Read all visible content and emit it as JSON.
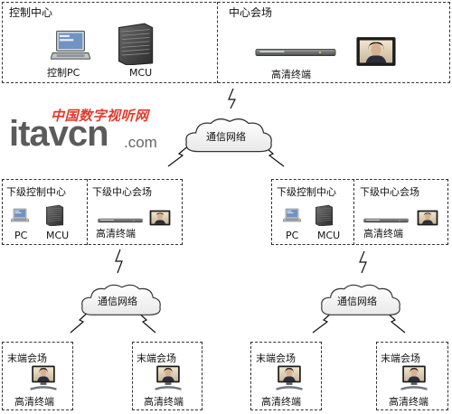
{
  "top": {
    "control_center": "控制中心",
    "center_venue": "中心会场",
    "pc_label": "控制PC",
    "mcu_label": "MCU",
    "hd_terminal": "高清终端"
  },
  "watermark": {
    "top": "中国数字视听网",
    "main": "itavcn",
    "suffix": ".com"
  },
  "network": {
    "main": "通信网络",
    "left": "通信网络",
    "right": "通信网络"
  },
  "left_mid": {
    "control_center": "下级控制中心",
    "venue": "下级中心会场",
    "pc": "PC",
    "mcu": "MCU",
    "terminal": "高清终端"
  },
  "right_mid": {
    "control_center": "下级控制中心",
    "venue": "下级中心会场",
    "pc": "PC",
    "mcu": "MCU",
    "terminal": "高清终端"
  },
  "ends": [
    {
      "title": "末端会场",
      "terminal": "高清终端"
    },
    {
      "title": "末端会场",
      "terminal": "高清终端"
    },
    {
      "title": "末端会场",
      "terminal": "高清终端"
    },
    {
      "title": "末端会场",
      "terminal": "高清终端"
    }
  ],
  "colors": {
    "border": "#333333",
    "watermark_red": "#e23a2a",
    "watermark_gray": "#5b5b5b"
  },
  "icons": [
    "laptop-icon",
    "mcu-rack-icon",
    "codec-device-icon",
    "display-screen-icon",
    "cloud-icon",
    "lightning-link-icon"
  ]
}
